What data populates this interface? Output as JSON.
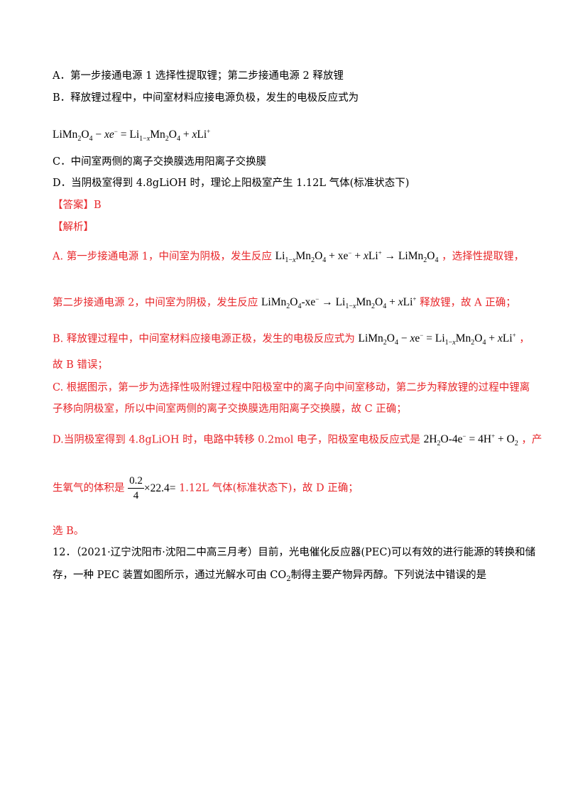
{
  "option_a": "A．第一步接通电源 1 选择性提取锂；第二步接通电源 2 释放锂",
  "option_b": "B．释放锂过程中，中间室材料应接电源负极，发生的电极反应式为",
  "option_c": "C．中间室两侧的离子交换膜选用阳离子交换膜",
  "option_d": "D．当阴极室得到 4.8gLiOH 时，理论上阳极室产生 1.12L 气体(标准状态下)",
  "answer": "【答案】B",
  "analysis_heading": "【解析】",
  "exp_a_part1": "A. 第一步接通电源 1，中间室为阴极，发生反应",
  "exp_a_part2": "，选择性提取锂，",
  "exp_a2_part1": "第二步接通电源 2，中间室为阴极，发生反应",
  "exp_a2_part2": "释放锂，故 A 正确；",
  "exp_b_part1": "B. 释放锂过程中，中间室材料应接电源正极，发生的电极反应式为",
  "exp_b_part2": "，",
  "exp_b2": "故 B 错误；",
  "exp_c1": "C. 根据图示，第一步为选择性吸附锂过程中阳极室中的离子向中间室移动，第二步为释放锂的过程中锂离",
  "exp_c2": "子移向阴极室，所以中间室两侧的离子交换膜选用阳离子交换膜，故 C 正确；",
  "exp_d_part1": "D.当阴极室得到 4.8gLiOH 时，电路中转移 0.2mol 电子，阳极室电极反应式是",
  "exp_d_part2": "，产",
  "exp_d2_part1": "生氧气的体积是",
  "exp_d2_part2": "1.12L 气体(标准状态下)，故 D 正确；",
  "conclusion": "选 B。",
  "q12_line1": "12．（2021·辽宁沈阳市·沈阳二中高三月考）目前，光电催化反应器(PEC)可以有效的进行能源的转换和储",
  "q12_line2_part1": "存，一种 PEC 装置如图所示，通过光解水可由 CO",
  "q12_line2_sub": "2",
  "q12_line2_part2": "制得主要产物异丙醇。下列说法中错误的是",
  "fraction": {
    "numerator": "0.2",
    "denominator": "4",
    "tail": "×22.4="
  }
}
